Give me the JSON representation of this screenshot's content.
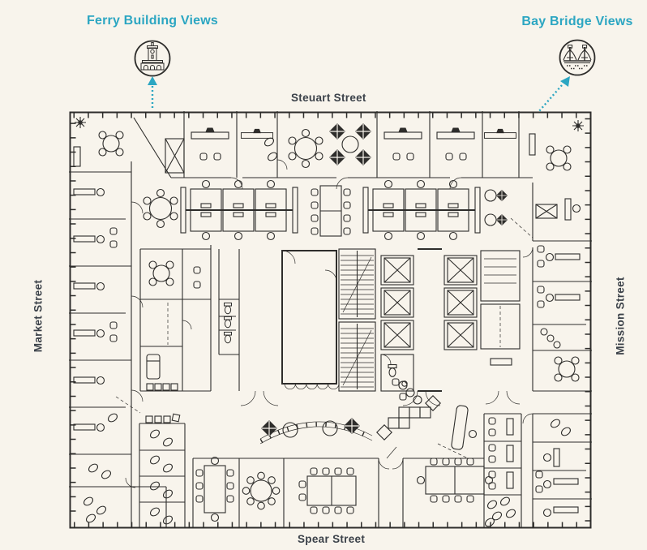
{
  "colors": {
    "background": "#f8f4ec",
    "plan_line": "#2e2d2b",
    "accent_teal": "#2ca6c2",
    "street_text": "#3b4149"
  },
  "callouts": {
    "ferry": {
      "label": "Ferry Building Views",
      "icon": "ferry-building",
      "arrow": "dashed-up"
    },
    "bay_bridge": {
      "label": "Bay Bridge Views",
      "icon": "bay-bridge",
      "arrow": "dashed-up-right"
    }
  },
  "streets": {
    "top": "Steuart Street",
    "bottom": "Spear Street",
    "left": "Market Street",
    "right": "Mission Street"
  },
  "floor_plan": {
    "kind": "office floor plate",
    "features": [
      "perimeter private offices",
      "open benching workstations",
      "conference rooms",
      "huddle rooms",
      "round meeting tables",
      "elevator core",
      "stairwells",
      "restrooms",
      "reception lounge",
      "corner plants"
    ]
  }
}
